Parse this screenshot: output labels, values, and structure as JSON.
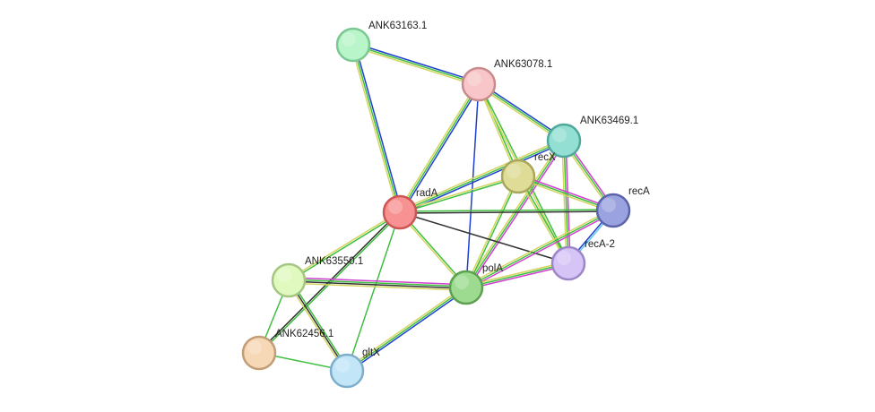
{
  "network": {
    "nodes": [
      {
        "id": "ANK63163.1",
        "label": "ANK63163.1",
        "fill": "#b8f5c8",
        "stroke": "#7cc793"
      },
      {
        "id": "ANK63078.1",
        "label": "ANK63078.1",
        "fill": "#f8c6c8",
        "stroke": "#c98a8c"
      },
      {
        "id": "ANK63469.1",
        "label": "ANK63469.1",
        "fill": "#93dfd3",
        "stroke": "#4fa89b"
      },
      {
        "id": "recX",
        "label": "recX",
        "fill": "#dedc96",
        "stroke": "#a8a65c"
      },
      {
        "id": "radA",
        "label": "radA",
        "fill": "#f89292",
        "stroke": "#cc5555"
      },
      {
        "id": "recA",
        "label": "recA",
        "fill": "#9aa3df",
        "stroke": "#5b64a8"
      },
      {
        "id": "recA-2",
        "label": "recA-2",
        "fill": "#d6c4f6",
        "stroke": "#9c86c7"
      },
      {
        "id": "ANK63550.1",
        "label": "ANK63550.1",
        "fill": "#e0f9bf",
        "stroke": "#a5c683"
      },
      {
        "id": "polA",
        "label": "polA",
        "fill": "#9ddb90",
        "stroke": "#5ea052"
      },
      {
        "id": "ANK62456.1",
        "label": "ANK62456.1",
        "fill": "#f7d8b6",
        "stroke": "#c29d76"
      },
      {
        "id": "gltX",
        "label": "gltX",
        "fill": "#c2e6f8",
        "stroke": "#7eaecb"
      }
    ],
    "edges": [
      {
        "a": "ANK63163.1",
        "b": "ANK63078.1",
        "colors": [
          "#1f3fcf",
          "#3fbf3f",
          "#d4d461"
        ]
      },
      {
        "a": "ANK63163.1",
        "b": "radA",
        "colors": [
          "#1f3fcf",
          "#3fbf3f",
          "#d4d461"
        ]
      },
      {
        "a": "ANK63078.1",
        "b": "radA",
        "colors": [
          "#1f3fcf",
          "#3fbf3f",
          "#d4d461"
        ]
      },
      {
        "a": "ANK63078.1",
        "b": "ANK63469.1",
        "colors": [
          "#1f3fcf",
          "#3fbf3f",
          "#d4d461"
        ]
      },
      {
        "a": "ANK63078.1",
        "b": "recX",
        "colors": [
          "#3fbf3f",
          "#d4d461"
        ]
      },
      {
        "a": "ANK63078.1",
        "b": "polA",
        "colors": [
          "#1f3fcf"
        ]
      },
      {
        "a": "ANK63078.1",
        "b": "recA-2",
        "colors": [
          "#3fbf3f",
          "#d4d461"
        ]
      },
      {
        "a": "ANK63469.1",
        "b": "radA",
        "colors": [
          "#1f3fcf",
          "#3fbf3f",
          "#d4d461"
        ]
      },
      {
        "a": "ANK63469.1",
        "b": "recA",
        "colors": [
          "#d03fcf",
          "#3fbf3f",
          "#d4d461"
        ]
      },
      {
        "a": "ANK63469.1",
        "b": "recA-2",
        "colors": [
          "#d03fcf",
          "#3fbf3f",
          "#d4d461"
        ]
      },
      {
        "a": "ANK63469.1",
        "b": "polA",
        "colors": [
          "#d03fcf",
          "#3fbf3f",
          "#d4d461"
        ]
      },
      {
        "a": "recX",
        "b": "radA",
        "colors": [
          "#3fbf3f",
          "#d4d461"
        ]
      },
      {
        "a": "recX",
        "b": "recA",
        "colors": [
          "#d03fcf",
          "#3fbf3f",
          "#d4d461"
        ]
      },
      {
        "a": "recX",
        "b": "recA-2",
        "colors": [
          "#3fbf3f",
          "#d4d461"
        ]
      },
      {
        "a": "recX",
        "b": "polA",
        "colors": [
          "#3fbf3f",
          "#d4d461"
        ]
      },
      {
        "a": "radA",
        "b": "recA",
        "colors": [
          "#3fbf3f",
          "#333333"
        ]
      },
      {
        "a": "radA",
        "b": "recA-2",
        "colors": [
          "#333333"
        ]
      },
      {
        "a": "radA",
        "b": "polA",
        "colors": [
          "#3fbf3f",
          "#d4d461"
        ]
      },
      {
        "a": "radA",
        "b": "ANK63550.1",
        "colors": [
          "#3fbf3f",
          "#d4d461"
        ]
      },
      {
        "a": "radA",
        "b": "ANK62456.1",
        "colors": [
          "#3fbf3f",
          "#333333"
        ]
      },
      {
        "a": "radA",
        "b": "gltX",
        "colors": [
          "#3fbf3f"
        ]
      },
      {
        "a": "recA",
        "b": "recA-2",
        "colors": [
          "#5ec8ee",
          "#1f3fcf"
        ]
      },
      {
        "a": "recA",
        "b": "polA",
        "colors": [
          "#d03fcf",
          "#3fbf3f",
          "#d4d461"
        ]
      },
      {
        "a": "recA-2",
        "b": "polA",
        "colors": [
          "#d03fcf",
          "#3fbf3f",
          "#d4d461"
        ]
      },
      {
        "a": "ANK63550.1",
        "b": "polA",
        "colors": [
          "#d03fcf",
          "#3fbf3f",
          "#333333",
          "#d4d461"
        ]
      },
      {
        "a": "ANK63550.1",
        "b": "gltX",
        "colors": [
          "#3fbf3f",
          "#333333",
          "#d4d461"
        ]
      },
      {
        "a": "ANK63550.1",
        "b": "ANK62456.1",
        "colors": [
          "#3fbf3f"
        ]
      },
      {
        "a": "polA",
        "b": "gltX",
        "colors": [
          "#1f3fcf",
          "#3fbf3f",
          "#d4d461"
        ]
      },
      {
        "a": "gltX",
        "b": "ANK62456.1",
        "colors": [
          "#3fbf3f"
        ]
      }
    ]
  }
}
